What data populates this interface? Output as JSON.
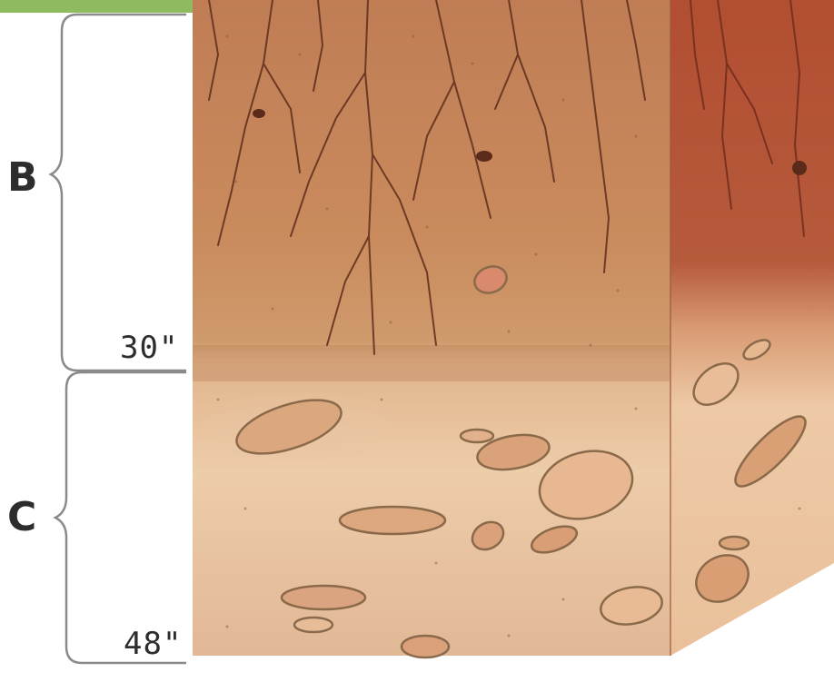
{
  "labels": {
    "horizon_b": "B",
    "horizon_c": "C",
    "depth_b_bottom": "30\"",
    "depth_c_bottom": "48\""
  },
  "colors": {
    "top_bar": "#8fba60",
    "bracket": "#8a8a8a",
    "b_horizon": "#c98a5a",
    "b_horizon_side": "#b45a3a",
    "c_horizon": "#ecc9a6",
    "c_horizon_side": "#e8bb92",
    "roots": "#5e2d1c",
    "stones": "#d9a37a",
    "stone_outline": "#8a6a4a"
  }
}
